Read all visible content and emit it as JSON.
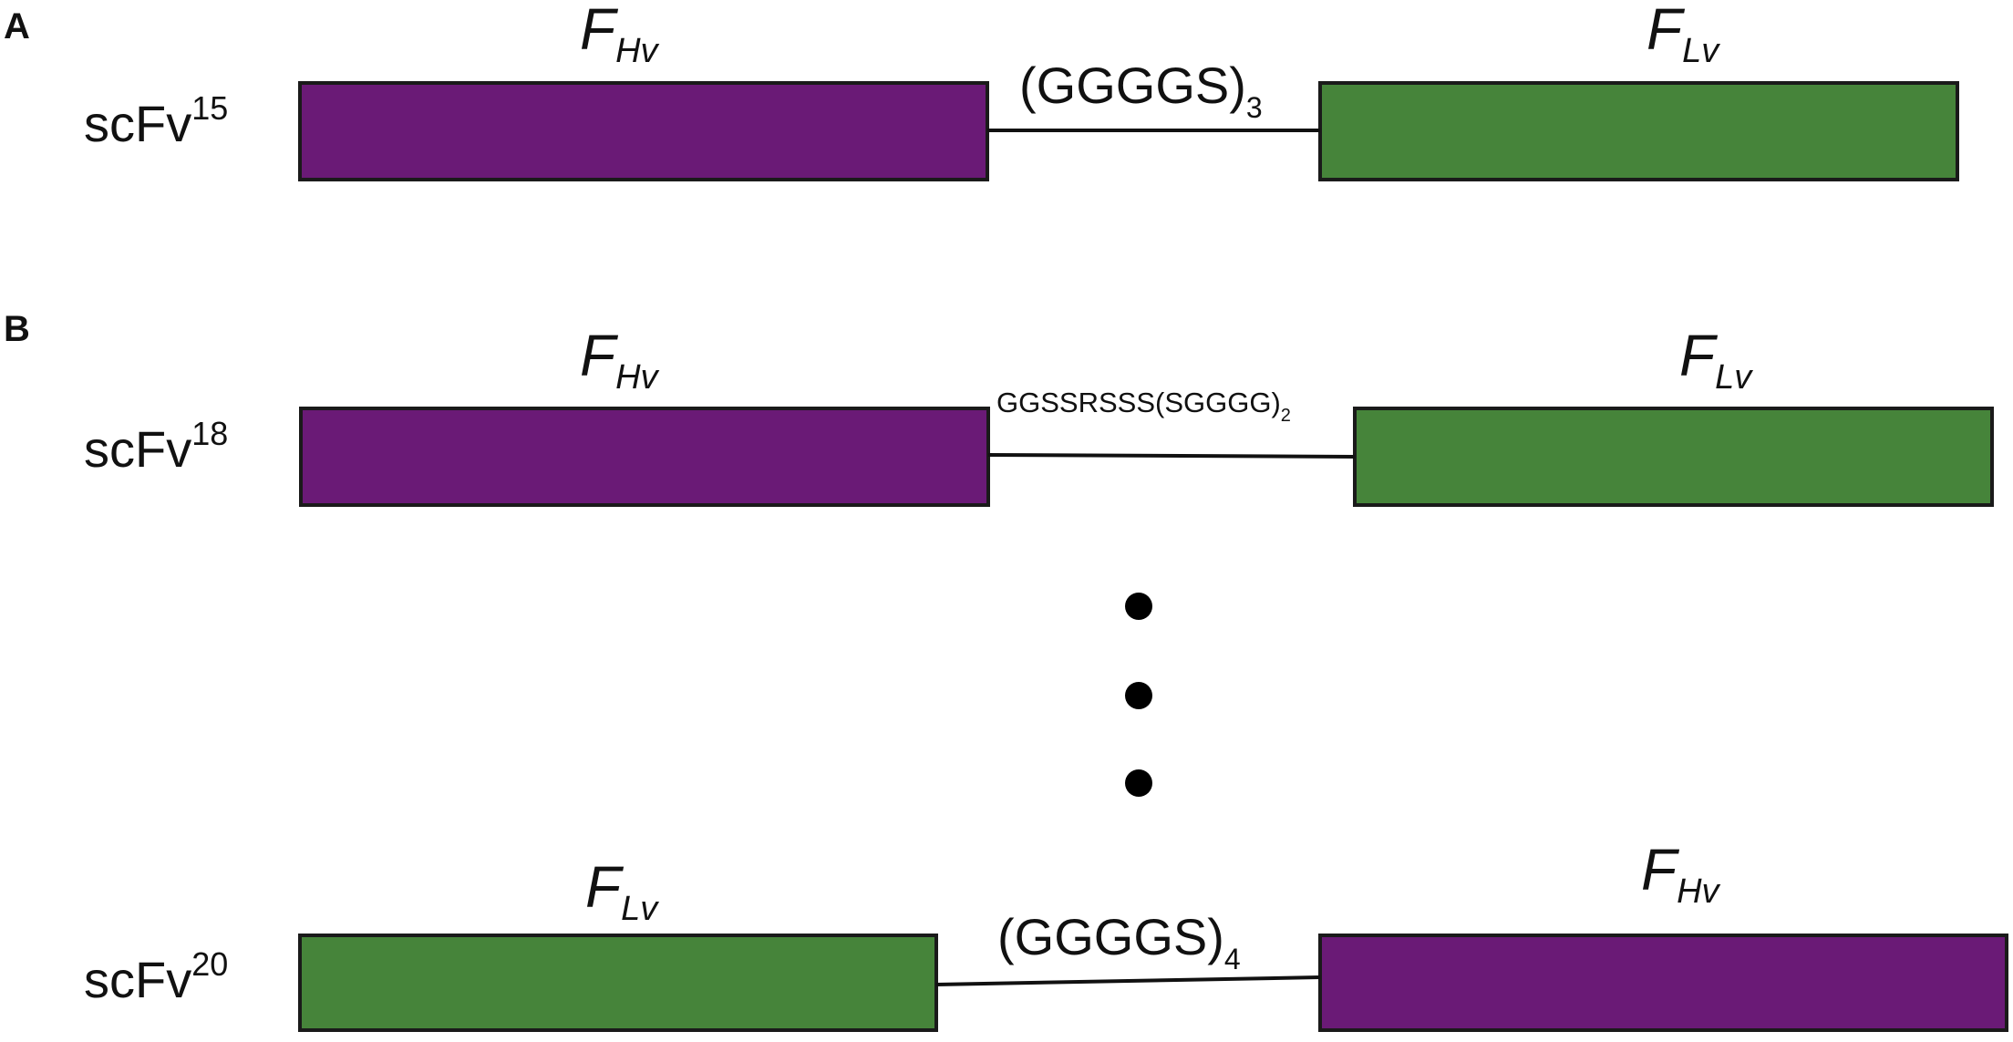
{
  "colors": {
    "heavy_domain": "#6a1a76",
    "light_domain": "#46843a",
    "outline": "#1a1a1a",
    "linker": "#111111",
    "dot": "#000000"
  },
  "panels": [
    {
      "letter": "A",
      "construct": {
        "base": "scFv",
        "superscript": "15"
      },
      "domains": [
        {
          "letter": "F",
          "sub": "Hv",
          "type": "heavy"
        },
        {
          "letter": "F",
          "sub": "Lv",
          "type": "light"
        }
      ],
      "linker": {
        "text": "(GGGGS)",
        "sub": "3"
      }
    },
    {
      "letter": "B",
      "construct": {
        "base": "scFv",
        "superscript": "18"
      },
      "domains": [
        {
          "letter": "F",
          "sub": "Hv",
          "type": "heavy"
        },
        {
          "letter": "F",
          "sub": "Lv",
          "type": "light"
        }
      ],
      "linker": {
        "text": "GGSSRSSS(SGGGG)",
        "sub": "2"
      }
    },
    {
      "letter": "",
      "construct": {
        "base": "scFv",
        "superscript": "20"
      },
      "domains": [
        {
          "letter": "F",
          "sub": "Lv",
          "type": "light"
        },
        {
          "letter": "F",
          "sub": "Hv",
          "type": "heavy"
        }
      ],
      "linker": {
        "text": "(GGGGS)",
        "sub": "4"
      }
    }
  ],
  "ellipsis_icon": "vertical-ellipsis-icon"
}
